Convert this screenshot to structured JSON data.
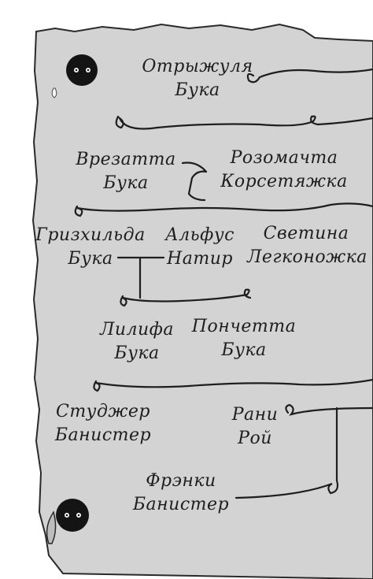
{
  "colors": {
    "paper": "#d3d3d3",
    "paper_edge": "#2a2a2a",
    "ink": "#1e1e1e",
    "soot": "#141414"
  },
  "icons": {
    "soot_sprite_top": "soot-sprite-icon",
    "soot_sprite_bottom": "soot-sprite-icon"
  },
  "tree": {
    "otryzhulya": {
      "first": "Отрыжуля",
      "last": "Бука"
    },
    "vrezatta": {
      "first": "Врезатта",
      "last": "Бука"
    },
    "rozomachta": {
      "first": "Розомачта",
      "last": "Корсетяжка"
    },
    "grizkhilda": {
      "first": "Гризхильда",
      "last": "Бука"
    },
    "alfus": {
      "first": "Альфус",
      "last": "Натир"
    },
    "svetina": {
      "first": "Светина",
      "last": "Легконожка"
    },
    "lilifa": {
      "first": "Лилифа",
      "last": "Бука"
    },
    "ponchetta": {
      "first": "Пончетта",
      "last": "Бука"
    },
    "studzher": {
      "first": "Студжер",
      "last": "Банистер"
    },
    "rani": {
      "first": "Рани",
      "last": "Рой"
    },
    "frenki": {
      "first": "Фрэнки",
      "last": "Банистер"
    }
  }
}
